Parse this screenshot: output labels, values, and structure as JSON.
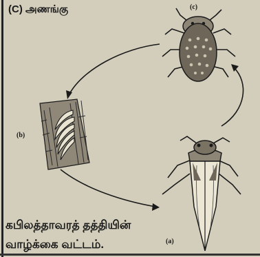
{
  "title": "(C) அணங்கு",
  "stages": {
    "c": "(c)",
    "b": "(b)",
    "a": "(a)"
  },
  "caption": {
    "line1": "கபிலத்தாவரத் தத்தியின்",
    "line2": "வாழ்க்கை வட்டம்."
  }
}
